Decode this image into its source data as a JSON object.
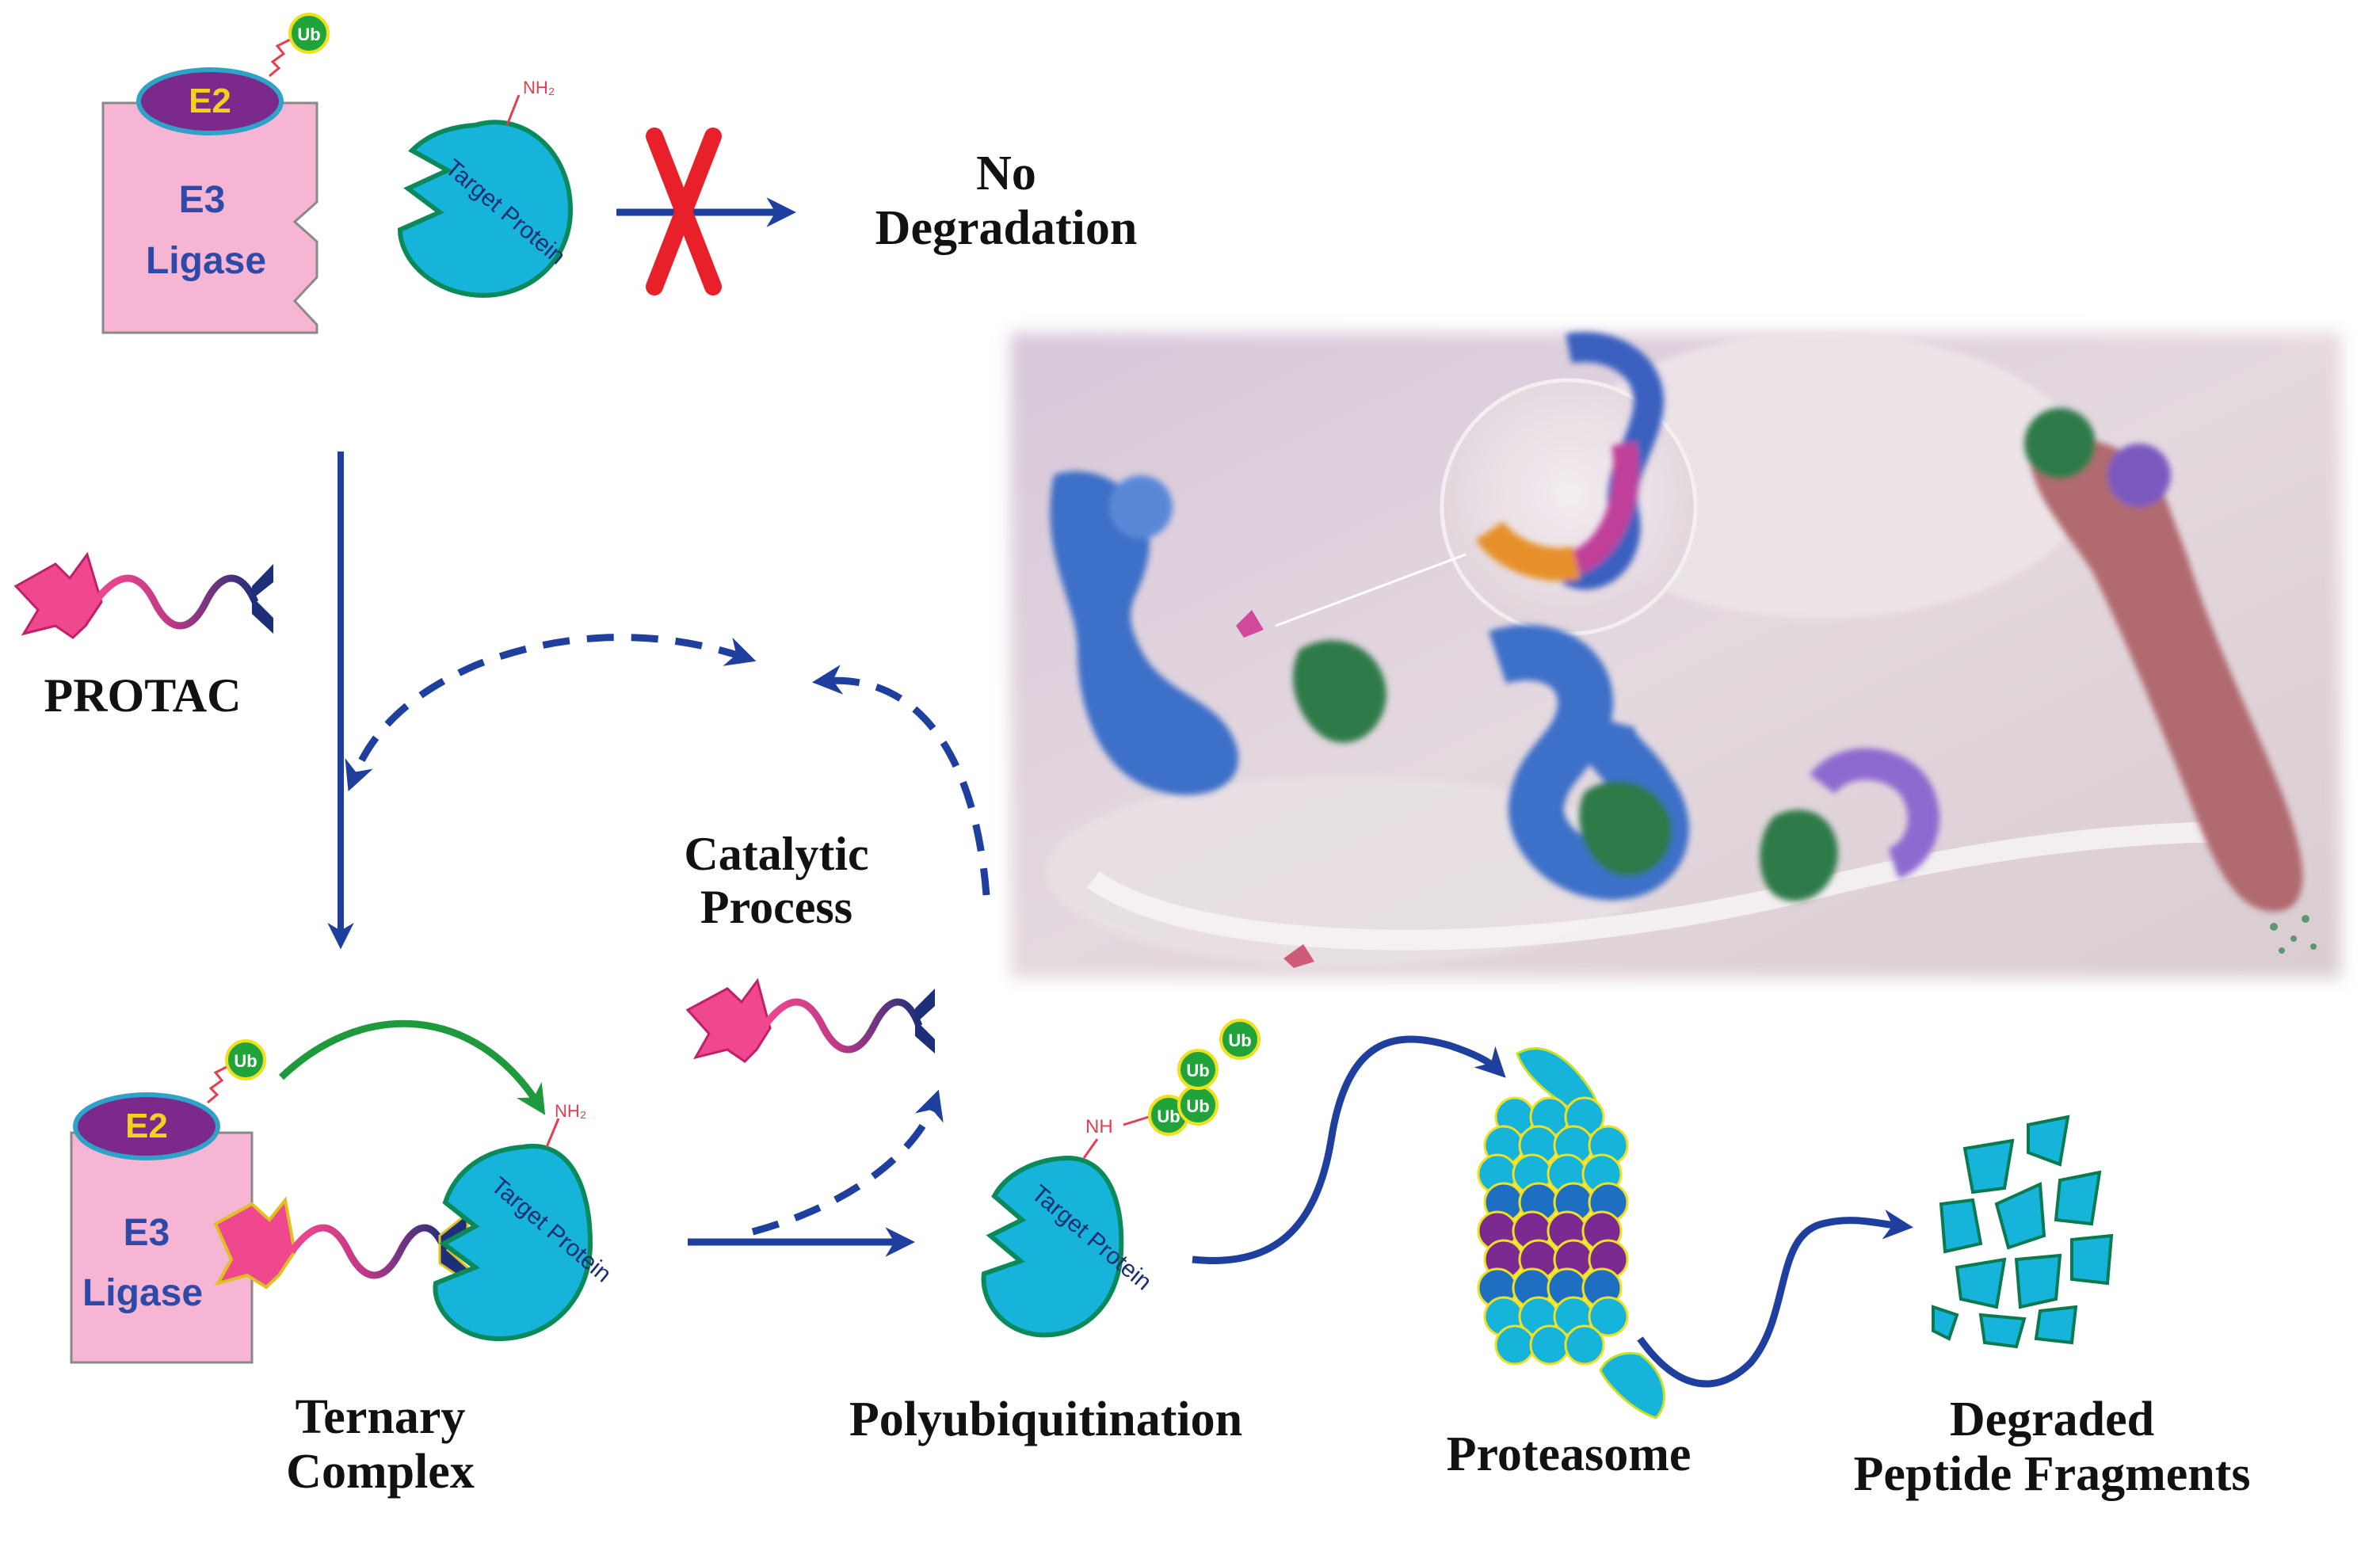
{
  "colors": {
    "e3_fill": "#f6b6d3",
    "e2_fill": "#7b2a8c",
    "e2_text": "#f2d21c",
    "target_fill": "#16b4da",
    "target_stroke": "#0a8a5a",
    "ub_fill": "#1fa33a",
    "arrow_blue": "#1f3f9e",
    "arrow_green": "#1e9a3c",
    "cross_red": "#e8202a",
    "protac_pink": "#f0488e",
    "protac_navy": "#1e2f7a",
    "proteasome_purple": "#7a2a90",
    "proteasome_blue": "#1e6fc2"
  },
  "labels": {
    "e2": "E2",
    "e3_line1": "E3",
    "e3_line2": "Ligase",
    "ub": "Ub",
    "nh2": "NH₂",
    "nh": "NH",
    "target_protein": "Target Protein",
    "no_degradation_line1": "No",
    "no_degradation_line2": "Degradation",
    "protac": "PROTAC",
    "catalytic_line1": "Catalytic",
    "catalytic_line2": "Process",
    "ternary_line1": "Ternary",
    "ternary_line2": "Complex",
    "polyubiquitination": "Polyubiquitination",
    "proteasome": "Proteasome",
    "degraded_line1": "Degraded",
    "degraded_line2": "Peptide Fragments"
  }
}
